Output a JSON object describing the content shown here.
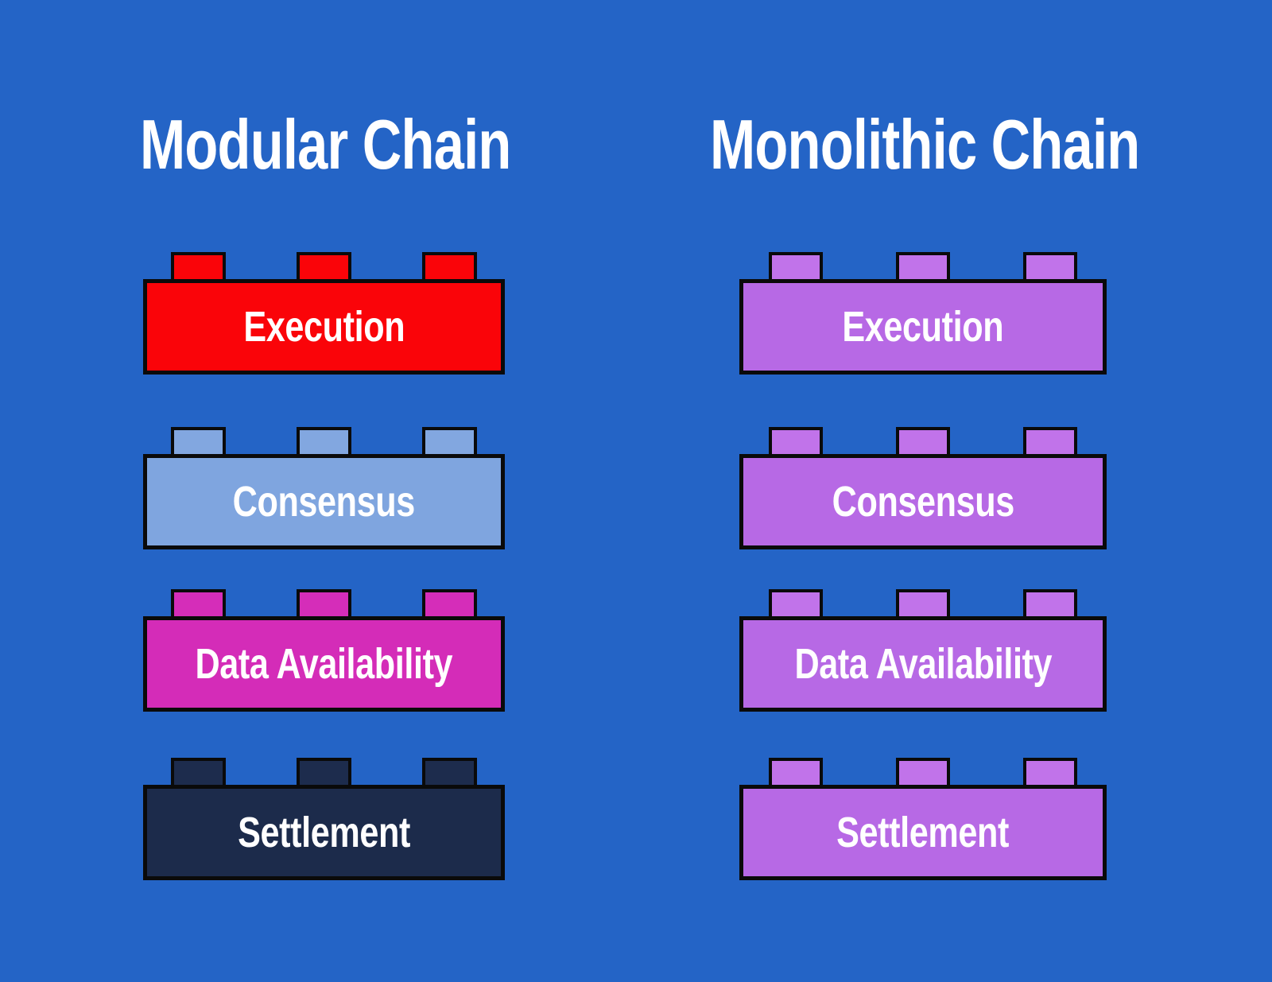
{
  "canvas": {
    "background_color": "#2464C6",
    "outline_color": "#0A0A0A",
    "title_text_color": "#FFFFFF",
    "label_text_color": "#FFFFFF"
  },
  "columns": [
    {
      "title": "Modular Chain",
      "bricks": [
        {
          "label": "Execution",
          "body_color": "#FA0409",
          "stud_color": "#FA0409"
        },
        {
          "label": "Consensus",
          "body_color": "#7FA5DF",
          "stud_color": "#82A7E0"
        },
        {
          "label": "Data Availability",
          "body_color": "#D42CB8",
          "stud_color": "#D52DB9"
        },
        {
          "label": "Settlement",
          "body_color": "#1C2B4B",
          "stud_color": "#1D2C4D"
        }
      ]
    },
    {
      "title": "Monolithic Chain",
      "bricks": [
        {
          "label": "Execution",
          "body_color": "#B769E5",
          "stud_color": "#C173EA"
        },
        {
          "label": "Consensus",
          "body_color": "#B769E5",
          "stud_color": "#C173EA"
        },
        {
          "label": "Data Availability",
          "body_color": "#B769E5",
          "stud_color": "#C173EA"
        },
        {
          "label": "Settlement",
          "body_color": "#B769E5",
          "stud_color": "#C173EA"
        }
      ]
    }
  ]
}
